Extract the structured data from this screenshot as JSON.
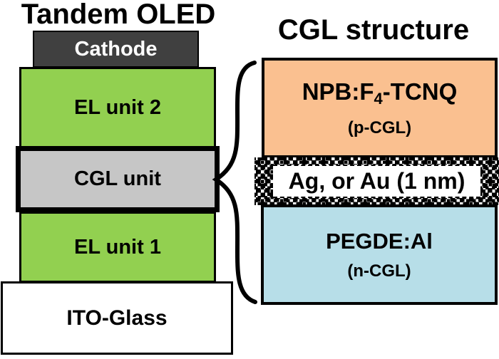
{
  "left_panel": {
    "title": "Tandem OLED",
    "layers": [
      {
        "id": "cathode",
        "label": "Cathode"
      },
      {
        "id": "el-unit-2",
        "label": "EL unit 2"
      },
      {
        "id": "cgl-unit",
        "label": "CGL unit"
      },
      {
        "id": "el-unit-1",
        "label": "EL unit 1"
      },
      {
        "id": "ito-glass",
        "label": "ITO-Glass"
      }
    ]
  },
  "right_panel": {
    "title": "CGL structure",
    "p_cgl": {
      "formula_pre": "NPB:F",
      "formula_sub": "4",
      "formula_post": "-TCNQ",
      "type_label": "(p-CGL)"
    },
    "interlayer": {
      "label": "Ag, or Au (1 nm)"
    },
    "n_cgl": {
      "formula": "PEGDE:Al",
      "type_label": "(n-CGL)"
    }
  },
  "colors": {
    "el_unit_green": "#92D050",
    "cathode_gray": "#404040",
    "cgl_unit_gray": "#C6C6C6",
    "p_cgl_orange": "#FAC090",
    "n_cgl_blue": "#B7DEE8",
    "outline_black": "#000000",
    "background_white": "#FFFFFF"
  }
}
